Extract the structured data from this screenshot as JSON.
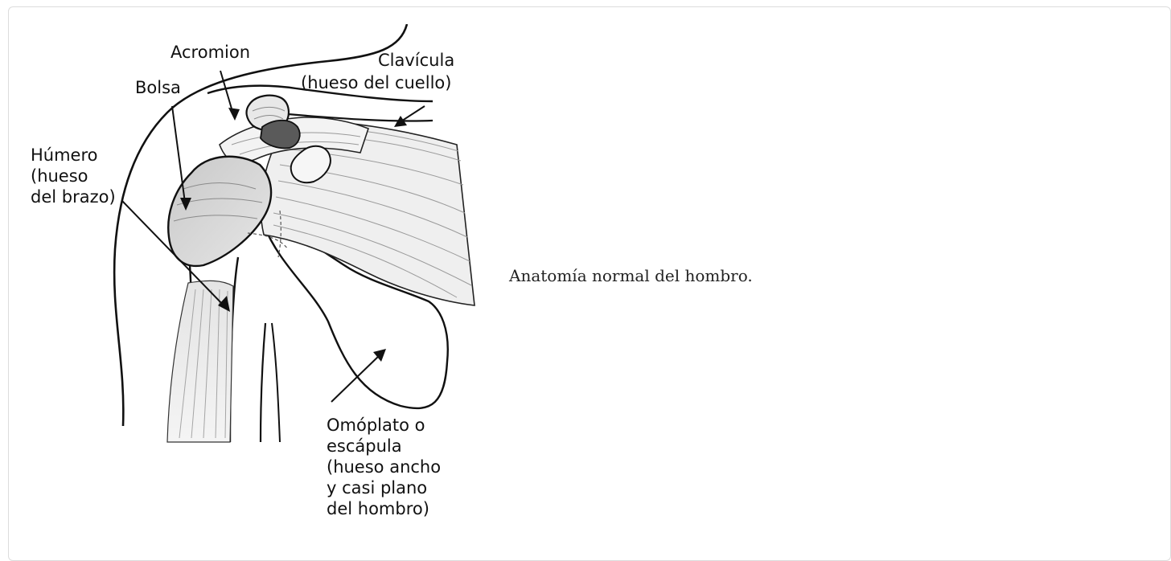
{
  "figure": {
    "labels": {
      "acromion": "Acromion",
      "clavicula_1": "Clavícula",
      "clavicula_2": "(hueso del cuello)",
      "bolsa": "Bolsa",
      "humero_1": "Húmero",
      "humero_2": "(hueso",
      "humero_3": "del brazo)",
      "omoplato_1": "Omóplato o",
      "omoplato_2": "escápula",
      "omoplato_3": "(hueso ancho",
      "omoplato_4": "y casi plano",
      "omoplato_5": "del hombro)"
    }
  },
  "caption": "Anatomía normal del hombro.",
  "colors": {
    "ink": "#111111",
    "muscle": "#e9e9e9",
    "muscle_dark": "#c9c9c9",
    "bursa": "#5a5a5a"
  }
}
